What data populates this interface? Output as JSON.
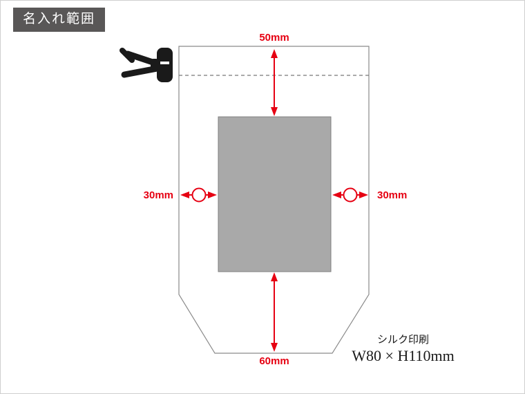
{
  "badge": {
    "label": "名入れ範囲"
  },
  "diagram": {
    "margins": {
      "top": "50mm",
      "left": "30mm",
      "right": "30mm",
      "bottom": "60mm"
    },
    "print_info": {
      "method": "シルク印刷",
      "size": "W80 × H110mm"
    },
    "colors": {
      "accent_red": "#e60012",
      "badge_bg": "#595757",
      "print_area_fill": "#a9a9a9",
      "pouch_outline": "#8a8a8a",
      "toggle_black": "#1a1a1a"
    }
  }
}
